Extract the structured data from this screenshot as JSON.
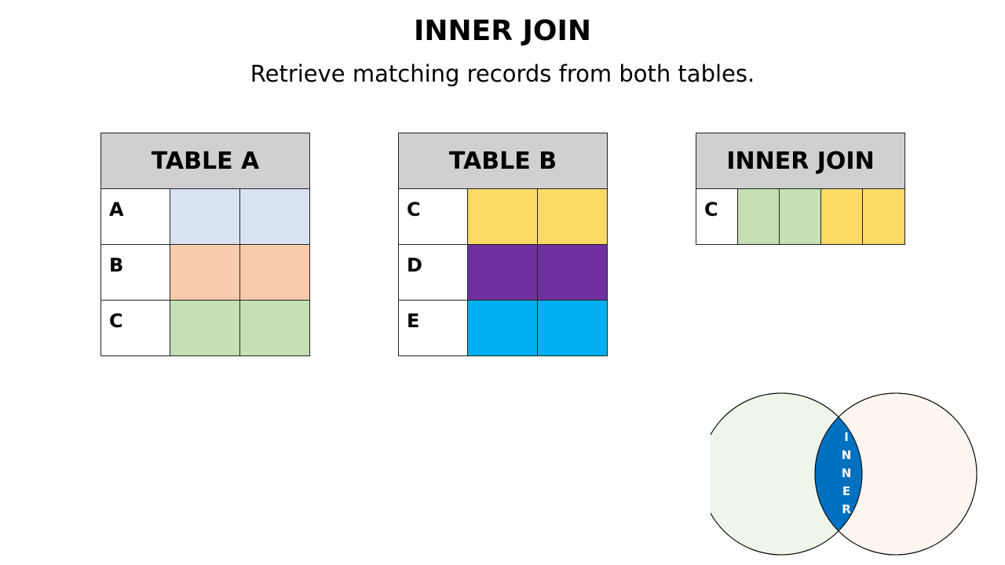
{
  "title": "INNER JOIN",
  "subtitle": "Retrieve matching records from both tables.",
  "table_a": {
    "header": "TABLE A",
    "rows": [
      {
        "key": "A",
        "color": "#dae3f3"
      },
      {
        "key": "B",
        "color": "#f8cbad"
      },
      {
        "key": "C",
        "color": "#c5e0b4"
      }
    ]
  },
  "table_b": {
    "header": "TABLE B",
    "rows": [
      {
        "key": "C",
        "color": "#ffd966"
      },
      {
        "key": "D",
        "color": "#7030a0"
      },
      {
        "key": "E",
        "color": "#00b0f0"
      }
    ]
  },
  "inner_join": {
    "header": "INNER JOIN",
    "rows": [
      {
        "key": "C",
        "colors": [
          "#c5e0b4",
          "#c5e0b4",
          "#ffd966",
          "#ffd966"
        ]
      }
    ]
  },
  "venn": {
    "letters": [
      "I",
      "N",
      "N",
      "E",
      "R"
    ],
    "left_fill": "#eef6ea",
    "right_fill": "#fdf5ef",
    "intersection_fill": "#0070c0"
  }
}
